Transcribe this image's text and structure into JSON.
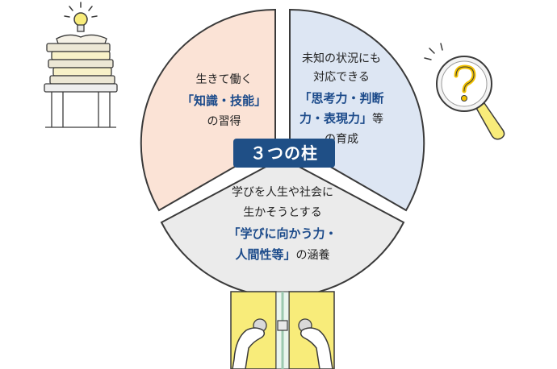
{
  "center_label": "３つの柱",
  "sectors": {
    "knowledge": {
      "fill": "#fbe3d6",
      "line1": "生きて働く",
      "highlight": "「知識・技能」",
      "line3": "の習得"
    },
    "thinking": {
      "fill": "#dde6f3",
      "line1": "未知の状況にも",
      "line2": "対応できる",
      "highlight1": "「思考力・判断",
      "highlight2": "力・表現力」",
      "suffix": "等",
      "line5": "の育成"
    },
    "attitude": {
      "fill": "#ebebeb",
      "line1": "学びを人生や社会に",
      "line2": "生かそうとする",
      "highlight1": "「学びに向かう力・",
      "highlight2": "人間性等」",
      "suffix": "の涵養"
    }
  },
  "colors": {
    "accent": "#1f4f86",
    "highlight_text": "#1b4a8a",
    "yellow": "#f8ec7a",
    "outline": "#3a3a3a"
  },
  "icons": [
    "books-lightbulb-icon",
    "magnifier-question-icon",
    "door-handles-icon"
  ]
}
